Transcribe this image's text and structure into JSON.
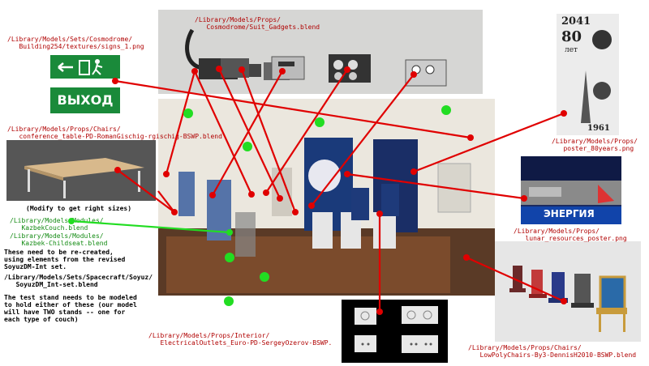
{
  "labels": {
    "signs_path": "/Library/Models/Sets/Cosmodrome/\n   Building254/textures/signs_1.png",
    "gadgets_path": "/Library/Models/Props/\n   Cosmodrome/Suit_Gadgets.blend",
    "table_path": "/Library/Models/Props/Chairs/\n   conference_table-PD-RomanGischig-rgischig-BSWP.blend",
    "modify_note": "(Modify to get right sizes)",
    "kazbek_couch": "/Library/Models/Modules/\n   KazbekCouch.blend",
    "kazbek_childseat": "/Library/Models/Modules/\n   Kazbek-Childseat.blend",
    "recreate_note": "These need to be re-created,\nusing elements from the revised\nSoyuzDM-Int set.",
    "soyuz_path": "/Library/Models/Sets/Spacecraft/Soyuz/\n   SoyuzDM_Int-set.blend",
    "stand_note": "The test stand needs to be modeled\nto hold either of these (our model\nwill have TWO stands -- one for\neach type of couch)",
    "poster80_path": "/Library/Models/Props/\n   poster_80years.png",
    "lunar_path": "/Library/Models/Props/\n   lunar_resources_poster.png",
    "outlets_path": "/Library/Models/Props/Interior/\n   ElectricalOutlets_Euro-PD-SergeyOzerov-BSWP.",
    "chairs_path": "/Library/Models/Props/Chairs/\n   LowPolyChairs-By3-DennisH2010-BSWP.blend"
  },
  "signs": {
    "exit_word": "ВЫХОД"
  },
  "poster80": {
    "year_top": "2041",
    "number": "80",
    "word": "лет",
    "year_bottom": "1961"
  },
  "lunar": {
    "brand": "ЭНЕРГИЯ"
  },
  "colors": {
    "red": "#e00000",
    "green": "#22dd22",
    "label_red": "#b00000",
    "label_green": "#118a11",
    "sign_green": "#1a8a3a"
  }
}
